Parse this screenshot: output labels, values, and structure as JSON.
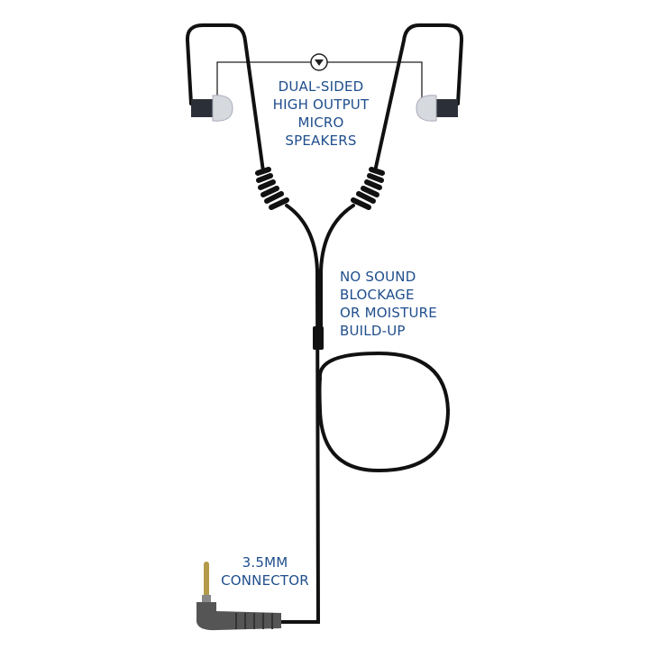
{
  "labels": {
    "speakers": [
      "DUAL-SIDED",
      "HIGH OUTPUT",
      "MICRO",
      "SPEAKERS"
    ],
    "no_blockage": [
      "NO SOUND",
      "BLOCKAGE",
      "OR MOISTURE",
      "BUILD-UP"
    ],
    "connector": [
      "3.5MM",
      "CONNECTOR"
    ]
  },
  "colors": {
    "text": "#1f4e8c",
    "cable": "#111111",
    "connector": "#555555"
  }
}
